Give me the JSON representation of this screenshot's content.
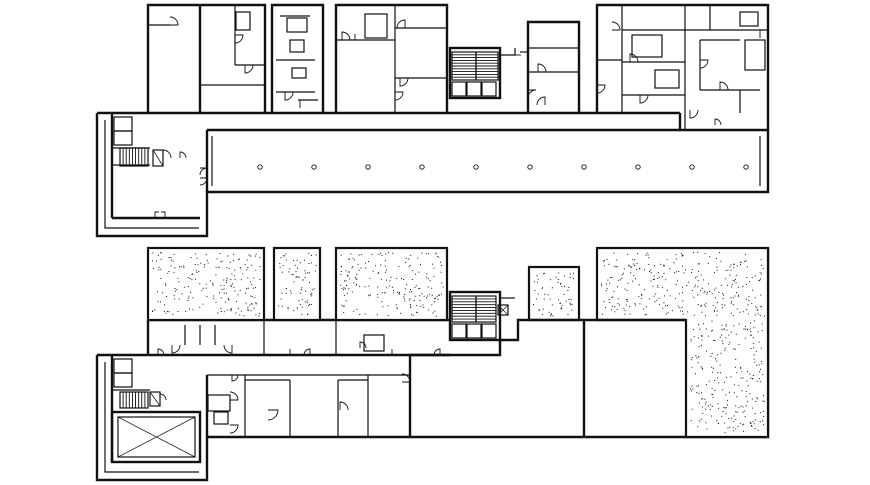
{
  "drawing": {
    "line_color": "#111111",
    "background_color": "#ffffff",
    "floors": [
      {
        "id": "upper-floor-plan",
        "corridor_column_count": 10
      },
      {
        "id": "lower-floor-plan",
        "hatched_zones": 5
      }
    ]
  }
}
